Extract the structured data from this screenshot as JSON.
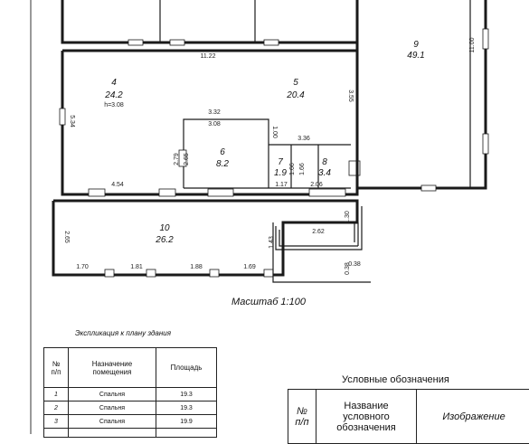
{
  "plan": {
    "rooms": [
      {
        "id": "room-4",
        "number": "4",
        "area": "24.2",
        "height": "h=3.08"
      },
      {
        "id": "room-5",
        "number": "5",
        "area": "20.4"
      },
      {
        "id": "room-6",
        "number": "6",
        "area": "8.2"
      },
      {
        "id": "room-7",
        "number": "7",
        "area": "1.9"
      },
      {
        "id": "room-8",
        "number": "8",
        "area": "3.4"
      },
      {
        "id": "room-9",
        "number": "9",
        "area": "49.1"
      },
      {
        "id": "room-10",
        "number": "10",
        "area": "26.2"
      }
    ],
    "dims": {
      "d_11_22": "11.22",
      "d_11_00": "11.00",
      "d_5_34": "5.34",
      "d_3_55": "3.55",
      "d_3_32": "3.32",
      "d_3_08": "3.08",
      "d_1_00": "1.00",
      "d_3_36": "3.36",
      "d_2_79": "2.79",
      "d_2_65a": "2.65",
      "d_1_66a": "1.66",
      "d_1_66b": "1.66",
      "d_4_54": "4.54",
      "d_1_17": "1.17",
      "d_2_06": "2.06",
      "d_1_30": "1.30",
      "d_2_65b": "2.65",
      "d_2_62": "2.62",
      "d_1_43": "1.43",
      "d_1_70": "1.70",
      "d_1_81": "1.81",
      "d_1_88": "1.88",
      "d_1_69": "1.69",
      "d_0_38a": "0.38",
      "d_0_38b": "0.38"
    }
  },
  "scale_label": "Масштаб 1:100",
  "explication": {
    "title": "Экспликация к плану здания",
    "headers": [
      "№\nп/п",
      "Назначение\nпомещения",
      "Площадь"
    ],
    "rows": [
      {
        "num": "1",
        "name": "Спальня",
        "area": "19.3"
      },
      {
        "num": "2",
        "name": "Спальня",
        "area": "19.3"
      },
      {
        "num": "3",
        "name": "Спальня",
        "area": "19.9"
      }
    ]
  },
  "legend": {
    "title": "Условные обозначения",
    "headers": [
      "№\nп/п",
      "Название\nусловного\nобозначения",
      "Изображение"
    ]
  }
}
